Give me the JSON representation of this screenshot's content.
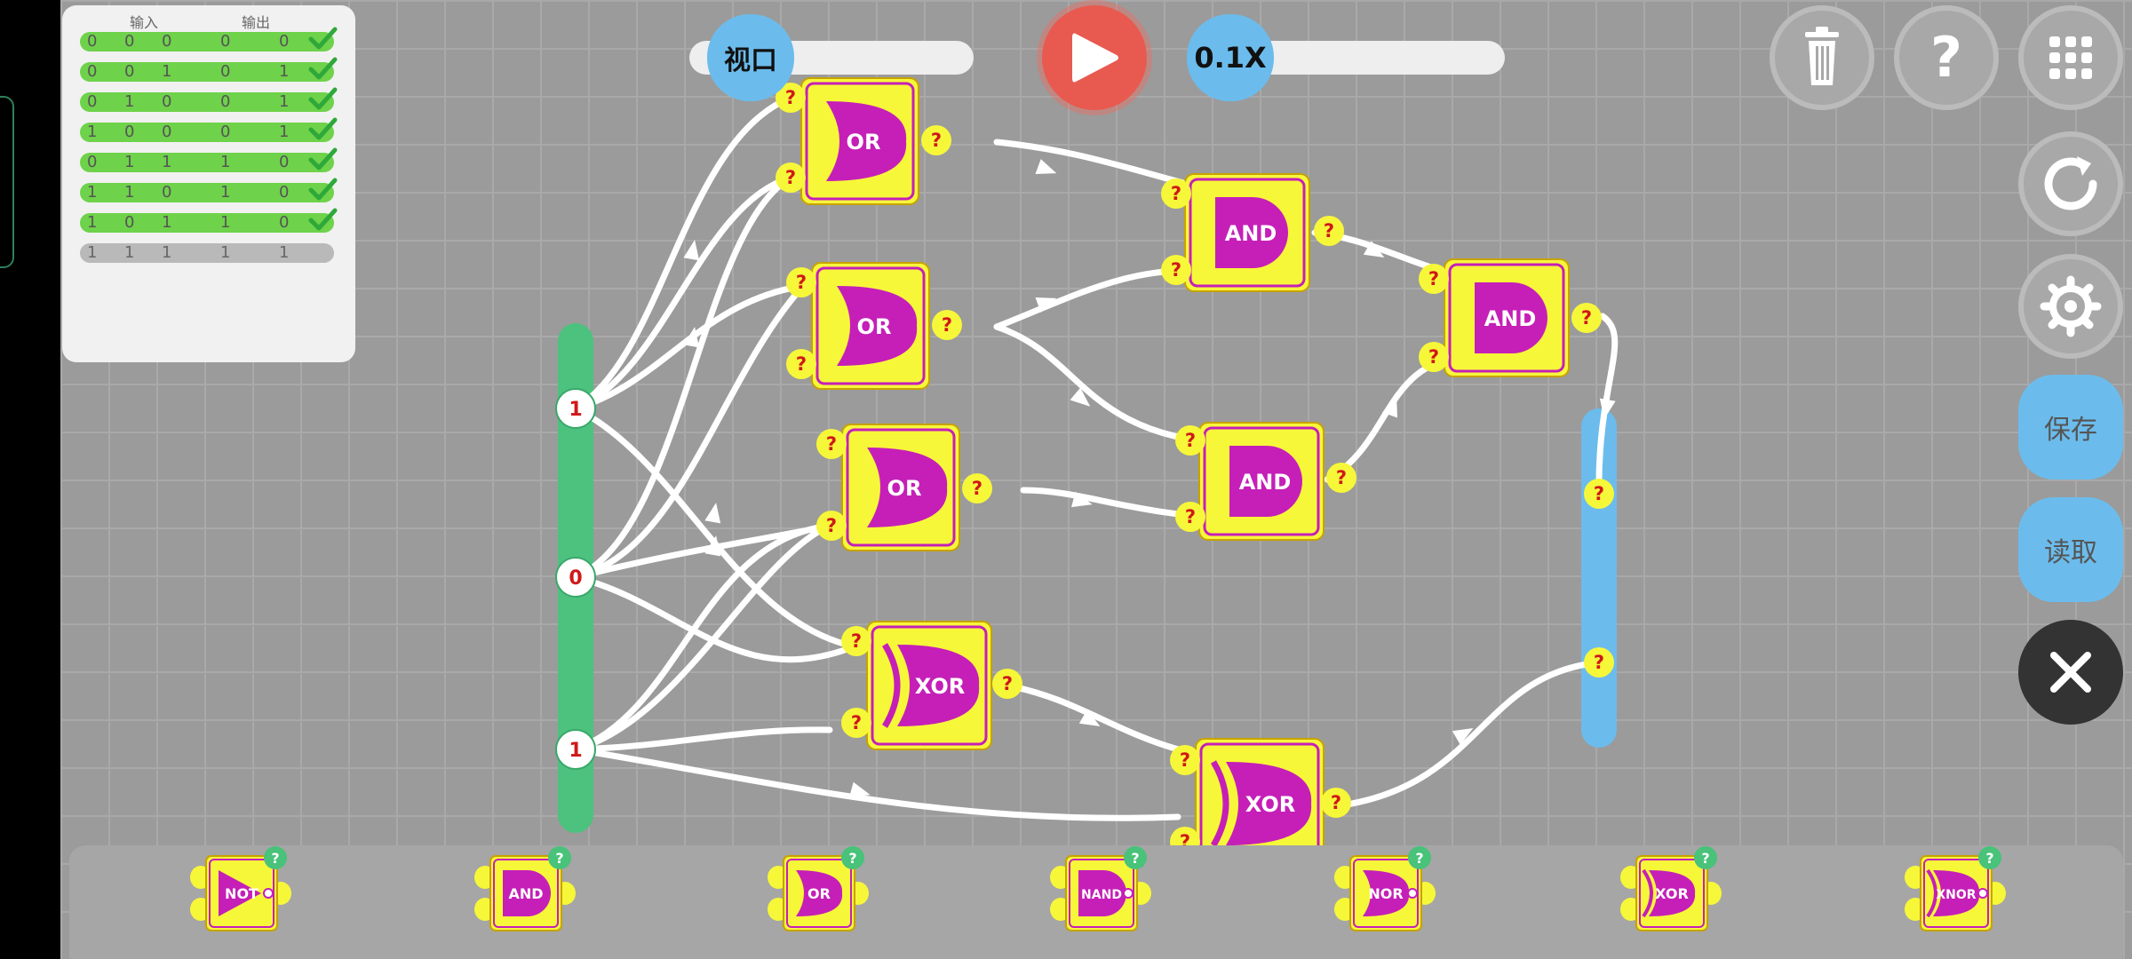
{
  "truth_table": {
    "header_input": "输入",
    "header_output": "输出",
    "rows": [
      {
        "values": [
          "0",
          "0",
          "0",
          "0",
          "0"
        ],
        "passed": true
      },
      {
        "values": [
          "0",
          "0",
          "1",
          "0",
          "1"
        ],
        "passed": true
      },
      {
        "values": [
          "0",
          "1",
          "0",
          "0",
          "1"
        ],
        "passed": true
      },
      {
        "values": [
          "1",
          "0",
          "0",
          "0",
          "1"
        ],
        "passed": true
      },
      {
        "values": [
          "0",
          "1",
          "1",
          "1",
          "0"
        ],
        "passed": true
      },
      {
        "values": [
          "1",
          "1",
          "0",
          "1",
          "0"
        ],
        "passed": true
      },
      {
        "values": [
          "1",
          "0",
          "1",
          "1",
          "0"
        ],
        "passed": true
      },
      {
        "values": [
          "1",
          "1",
          "1",
          "1",
          "1"
        ],
        "passed": false
      }
    ]
  },
  "toolbar": {
    "viewport_label": "视口",
    "speed_label": "0.1X"
  },
  "side": {
    "save_label": "保存",
    "load_label": "读取"
  },
  "inputs": [
    "1",
    "0",
    "1"
  ],
  "pin_unknown": "?",
  "gates": {
    "or1": "OR",
    "or2": "OR",
    "or3": "OR",
    "xor1": "XOR",
    "and1": "AND",
    "and2": "AND",
    "and3": "AND",
    "xor2": "XOR"
  },
  "palette": [
    "NOT",
    "AND",
    "OR",
    "NAND",
    "NOR",
    "XOR",
    "XNOR"
  ],
  "colors": {
    "gate_body": "#f7f73a",
    "gate_shape": "#c51fb8",
    "input_bar": "#4cc27e",
    "output_bar": "#6bbcec",
    "row_pass": "#6ed24a",
    "play": "#e85a50"
  }
}
